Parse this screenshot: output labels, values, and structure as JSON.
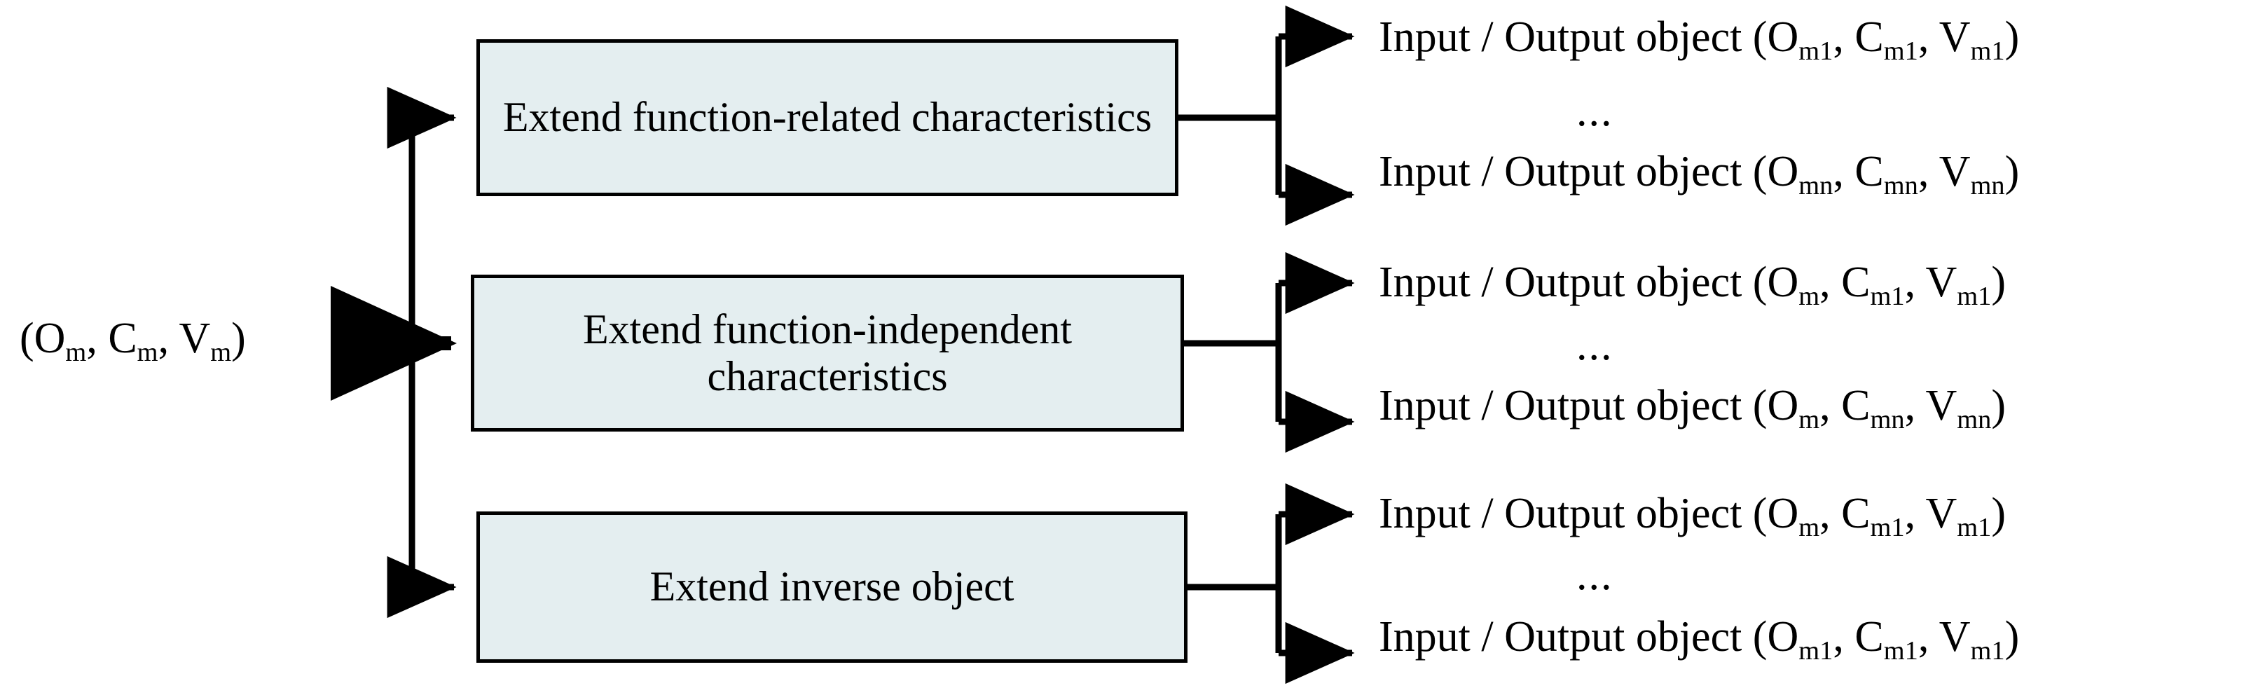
{
  "diagram": {
    "title": "Object extension branching diagram",
    "colors": {
      "box_fill": "#e4eef0",
      "box_border": "#000000",
      "line": "#000000",
      "text": "#000000",
      "background": "#ffffff"
    },
    "source": {
      "name": "source-object-tuple",
      "prefix": "(O",
      "sub1": "m",
      "mid1": ", C",
      "sub2": "m",
      "mid2": ", V",
      "sub3": "m",
      "suffix": ")",
      "plain": "(Om, Cm, Vm)"
    },
    "branches": [
      {
        "id": "extend-function-related",
        "label": "Extend function-related characteristics",
        "outputs": [
          {
            "prefix": "Input / Output object (O",
            "sub1": "m1",
            "mid1": ", C",
            "sub2": "m1",
            "mid2": ",  V",
            "sub3": "m1",
            "suffix": ")",
            "plain": "Input / Output object (Om1, Cm1, Vm1)"
          },
          {
            "prefix": "Input / Output object (O",
            "sub1": "mn",
            "mid1": ", C",
            "sub2": "mn",
            "mid2": ",  V",
            "sub3": "mn",
            "suffix": ")",
            "plain": "Input / Output object (Omn, Cmn, Vmn)"
          }
        ],
        "ellipsis": "..."
      },
      {
        "id": "extend-function-independent",
        "label": "Extend function-independent characteristics",
        "outputs": [
          {
            "prefix": "Input / Output object (O",
            "sub1": "m",
            "mid1": ", C",
            "sub2": "m1",
            "mid2": ",  V",
            "sub3": "m1",
            "suffix": ")",
            "plain": "Input / Output object (Om, Cm1, Vm1)"
          },
          {
            "prefix": "Input / Output object (O",
            "sub1": "m",
            "mid1": ", C",
            "sub2": "mn",
            "mid2": ",  V",
            "sub3": "mn",
            "suffix": ")",
            "plain": "Input / Output object (Om, Cmn, Vmn)"
          }
        ],
        "ellipsis": "..."
      },
      {
        "id": "extend-inverse-object",
        "label": "Extend inverse object",
        "outputs": [
          {
            "prefix": "Input / Output object (O",
            "sub1": "m",
            "mid1": ", C",
            "sub2": "m1",
            "mid2": ",  V",
            "sub3": "m1",
            "suffix": ")",
            "plain": "Input / Output object (Om, Cm1, Vm1)"
          },
          {
            "prefix": "Input / Output object (O",
            "sub1": "m1",
            "mid1": ", C",
            "sub2": "m1",
            "mid2": ",  V",
            "sub3": "m1",
            "suffix": ")",
            "plain": "Input / Output object (Om1, Cm1, Vm1)"
          }
        ],
        "ellipsis": "..."
      }
    ]
  }
}
